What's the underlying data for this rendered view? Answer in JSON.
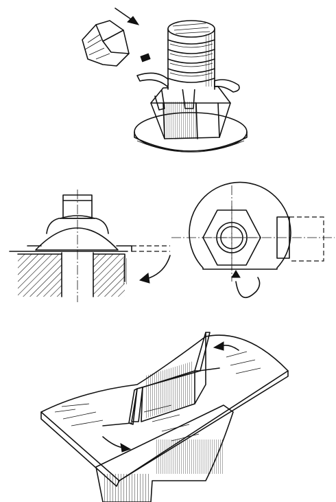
{
  "figure": {
    "panels": [
      {
        "id": "top",
        "subject": "nut-with-lock-washer-and-chisel"
      },
      {
        "id": "middle-left",
        "subject": "section-view-tab-washer"
      },
      {
        "id": "middle-right",
        "subject": "plan-view-tab-washer"
      },
      {
        "id": "bottom",
        "subject": "lock-plate-bent-tabs"
      }
    ],
    "icons": [
      "chisel-icon",
      "arrow-icon",
      "curved-arrow-icon"
    ],
    "ink_color": "#111111",
    "background_color": "#ffffff"
  }
}
